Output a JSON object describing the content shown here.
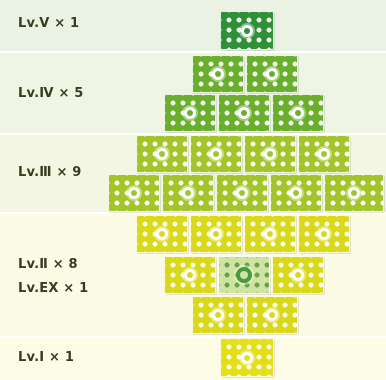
{
  "levels": [
    {
      "label": "Lv.Ⅴ × 1"
    },
    {
      "label": "Lv.Ⅳ × 5"
    },
    {
      "label": "Lv.Ⅲ × 9"
    },
    {
      "label": "Lv.Ⅱ × 8"
    },
    {
      "label": "Lv.EX × 1"
    },
    {
      "label": "Lv.Ⅰ × 1"
    }
  ],
  "colors": {
    "lv5": "#2f9038",
    "lv4": "#6aae2d",
    "lv3": "#a3c52b",
    "lv2": "#d9d81b",
    "lv1": "#e3df18",
    "ex": "#cfe3a3"
  },
  "tile_icon": "dotted-flower-card"
}
